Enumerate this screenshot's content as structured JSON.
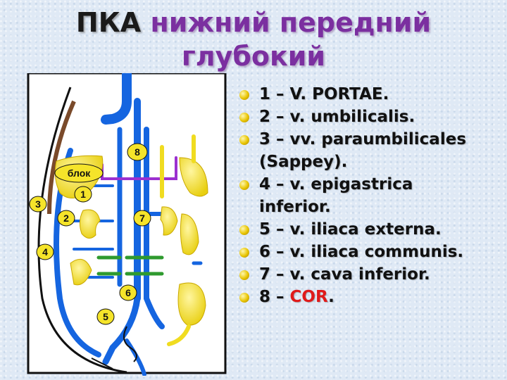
{
  "title": {
    "abbr": "ПКА",
    "line1": "нижний передний",
    "line2": "глубокий"
  },
  "diagram": {
    "labels": {
      "l1": "1",
      "l2": "2",
      "l3": "3",
      "l4": "4",
      "l5": "5",
      "l6": "6",
      "l7": "7",
      "l8": "8",
      "block": "блок"
    },
    "colors": {
      "vein": "#1565e0",
      "artery": "#f5e42a",
      "portal": "#9b30d0",
      "anastomosis": "#2e9a2e",
      "umbilical": "#7a4a2a",
      "outline": "#111111"
    }
  },
  "legend": {
    "items": [
      {
        "text": "1 – V.  PORTAE."
      },
      {
        "text": "2 – v.  umbilicalis."
      },
      {
        "text": "3 – vv.  paraumbilicales"
      },
      {
        "text": "(Sappey)."
      },
      {
        "text": "4 – v.  epigastrica"
      },
      {
        "text": "inferior."
      },
      {
        "text": "5 – v.  iliaca  externa."
      },
      {
        "text": "6 – v.  iliaca  communis."
      },
      {
        "text": "7 – v.  cava  inferior."
      },
      {
        "text_prefix": "8 – ",
        "text_cor": "COR",
        "text_suffix": "."
      }
    ]
  }
}
